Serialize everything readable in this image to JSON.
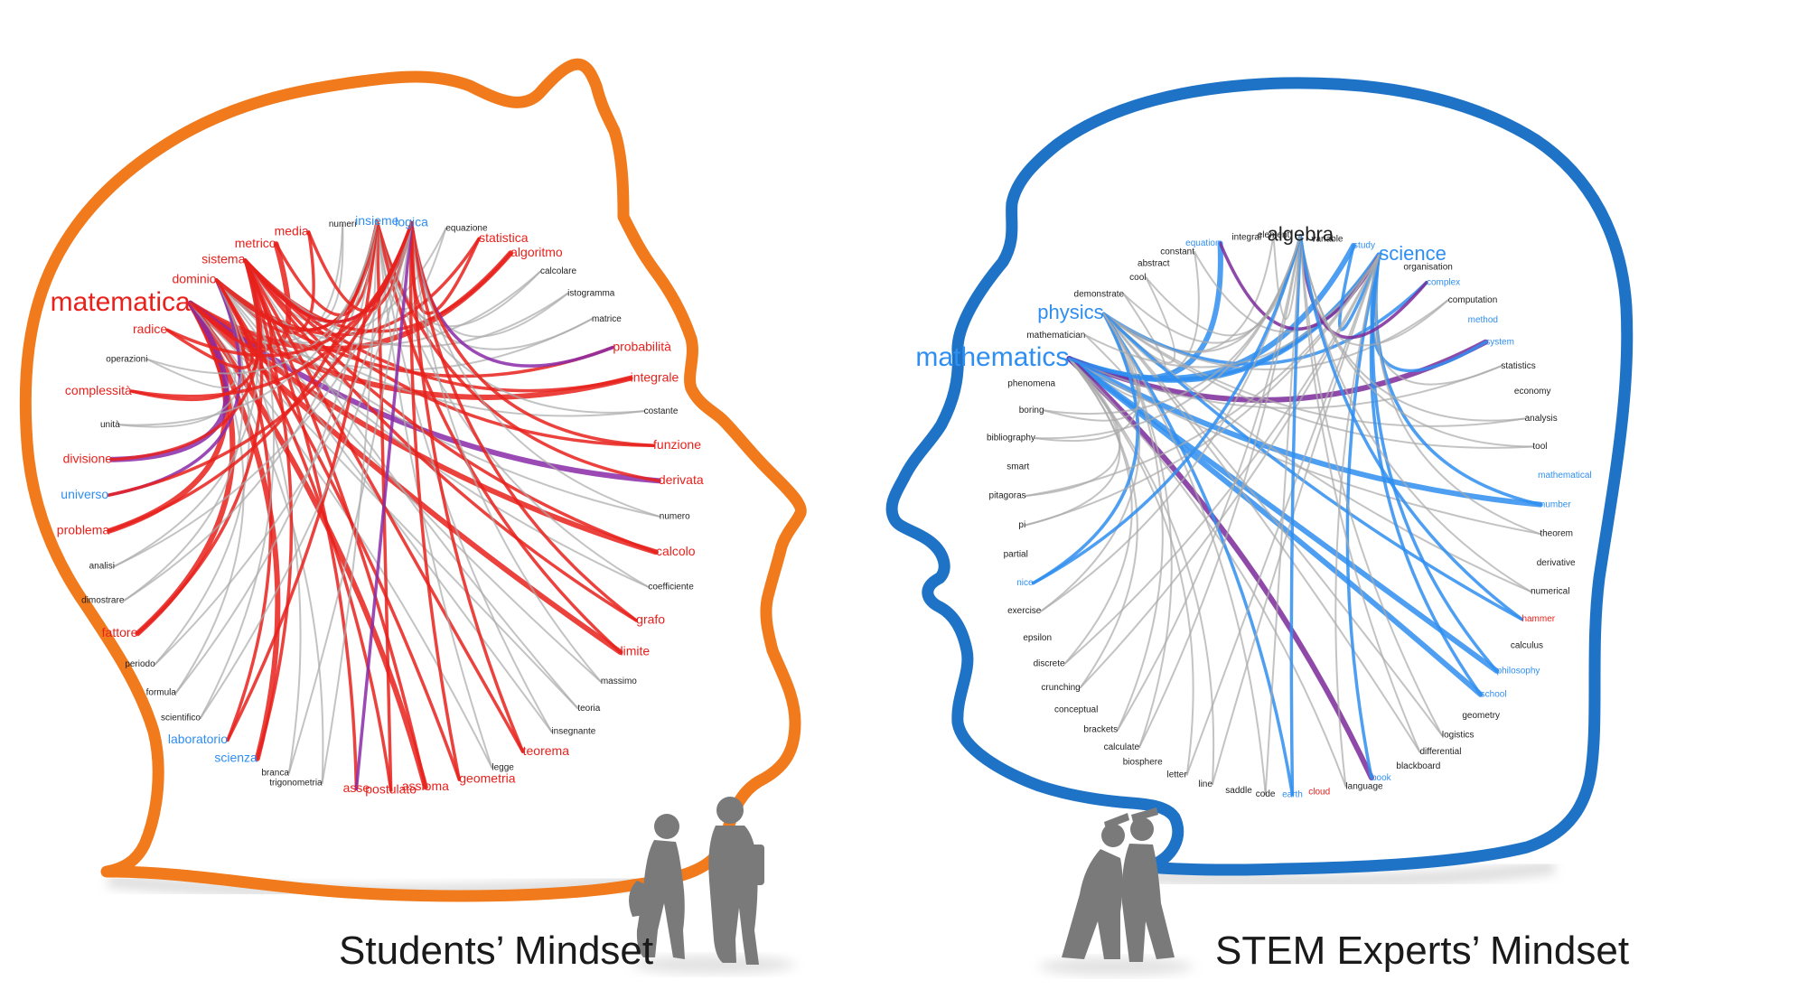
{
  "colors": {
    "students_outline": "#f07a1c",
    "experts_outline": "#1f73c6",
    "students_link": "#e8211c",
    "students_link_alt": "#8a2aa8",
    "experts_link": "#2f8ef0",
    "experts_link_alt": "#7b2a9a",
    "neutral_link": "#a9a9a9",
    "label_red": "#e8211c",
    "label_blue": "#2f8ef0",
    "label_dark": "#222222",
    "silhouette": "#7a7a7a"
  },
  "captions": {
    "students": "Students’ Mindset",
    "experts": "STEM Experts’ Mindset"
  },
  "students_network": {
    "hubs": [
      "matematica",
      "dominio",
      "sistema",
      "insieme",
      "logica"
    ],
    "nodes": [
      {
        "label": "matematica",
        "color": "red",
        "size": "xl"
      },
      {
        "label": "dominio",
        "color": "red",
        "size": "s"
      },
      {
        "label": "sistema",
        "color": "red",
        "size": "s"
      },
      {
        "label": "metrico",
        "color": "red",
        "size": "s"
      },
      {
        "label": "media",
        "color": "red",
        "size": "s"
      },
      {
        "label": "numeri",
        "color": "dark",
        "size": "xs"
      },
      {
        "label": "insieme",
        "color": "blue",
        "size": "s"
      },
      {
        "label": "logica",
        "color": "blue",
        "size": "s"
      },
      {
        "label": "equazione",
        "color": "dark",
        "size": "xs"
      },
      {
        "label": "statistica",
        "color": "red",
        "size": "s"
      },
      {
        "label": "algoritmo",
        "color": "red",
        "size": "s"
      },
      {
        "label": "calcolare",
        "color": "dark",
        "size": "xs"
      },
      {
        "label": "istogramma",
        "color": "dark",
        "size": "xs"
      },
      {
        "label": "matrice",
        "color": "dark",
        "size": "xs"
      },
      {
        "label": "probabilità",
        "color": "red",
        "size": "s"
      },
      {
        "label": "integrale",
        "color": "red",
        "size": "s"
      },
      {
        "label": "costante",
        "color": "dark",
        "size": "xs"
      },
      {
        "label": "funzione",
        "color": "red",
        "size": "s"
      },
      {
        "label": "derivata",
        "color": "red",
        "size": "s"
      },
      {
        "label": "numero",
        "color": "dark",
        "size": "xs"
      },
      {
        "label": "calcolo",
        "color": "red",
        "size": "s"
      },
      {
        "label": "coefficiente",
        "color": "dark",
        "size": "xs"
      },
      {
        "label": "grafo",
        "color": "red",
        "size": "s"
      },
      {
        "label": "limite",
        "color": "red",
        "size": "s"
      },
      {
        "label": "massimo",
        "color": "dark",
        "size": "xs"
      },
      {
        "label": "teoria",
        "color": "dark",
        "size": "xs"
      },
      {
        "label": "insegnante",
        "color": "dark",
        "size": "xs"
      },
      {
        "label": "teorema",
        "color": "red",
        "size": "s"
      },
      {
        "label": "legge",
        "color": "dark",
        "size": "xs"
      },
      {
        "label": "geometria",
        "color": "red",
        "size": "s"
      },
      {
        "label": "assioma",
        "color": "red",
        "size": "s"
      },
      {
        "label": "postulato",
        "color": "red",
        "size": "s"
      },
      {
        "label": "asse",
        "color": "red",
        "size": "s"
      },
      {
        "label": "trigonometria",
        "color": "dark",
        "size": "xs"
      },
      {
        "label": "branca",
        "color": "dark",
        "size": "xs"
      },
      {
        "label": "scienza",
        "color": "blue",
        "size": "s"
      },
      {
        "label": "laboratorio",
        "color": "blue",
        "size": "s"
      },
      {
        "label": "scientifico",
        "color": "dark",
        "size": "xs"
      },
      {
        "label": "formula",
        "color": "dark",
        "size": "xs"
      },
      {
        "label": "periodo",
        "color": "dark",
        "size": "xs"
      },
      {
        "label": "fattore",
        "color": "red",
        "size": "s"
      },
      {
        "label": "dimostrare",
        "color": "dark",
        "size": "xs"
      },
      {
        "label": "analisi",
        "color": "dark",
        "size": "xs"
      },
      {
        "label": "problema",
        "color": "red",
        "size": "s"
      },
      {
        "label": "universo",
        "color": "blue",
        "size": "s"
      },
      {
        "label": "divisione",
        "color": "red",
        "size": "s"
      },
      {
        "label": "unità",
        "color": "dark",
        "size": "xs"
      },
      {
        "label": "complessità",
        "color": "red",
        "size": "s"
      },
      {
        "label": "operazioni",
        "color": "dark",
        "size": "xs"
      },
      {
        "label": "radice",
        "color": "red",
        "size": "s"
      }
    ]
  },
  "experts_network": {
    "hubs": [
      "mathematics",
      "physics",
      "science",
      "algebra"
    ],
    "nodes": [
      {
        "label": "mathematics",
        "color": "blue",
        "size": "xl"
      },
      {
        "label": "mathematician",
        "color": "dark",
        "size": "xs"
      },
      {
        "label": "physics",
        "color": "blue",
        "size": "m"
      },
      {
        "label": "demonstrate",
        "color": "dark",
        "size": "xs"
      },
      {
        "label": "cool",
        "color": "dark",
        "size": "xs"
      },
      {
        "label": "abstract",
        "color": "dark",
        "size": "xs"
      },
      {
        "label": "constant",
        "color": "dark",
        "size": "xs"
      },
      {
        "label": "equation",
        "color": "blue",
        "size": "xs"
      },
      {
        "label": "integral",
        "color": "dark",
        "size": "xs"
      },
      {
        "label": "element",
        "color": "dark",
        "size": "xs"
      },
      {
        "label": "algebra",
        "color": "dark",
        "size": "m"
      },
      {
        "label": "variable",
        "color": "dark",
        "size": "xs"
      },
      {
        "label": "study",
        "color": "blue",
        "size": "xs"
      },
      {
        "label": "science",
        "color": "blue",
        "size": "m"
      },
      {
        "label": "organisation",
        "color": "dark",
        "size": "xs"
      },
      {
        "label": "complex",
        "color": "blue",
        "size": "xs"
      },
      {
        "label": "computation",
        "color": "dark",
        "size": "xs"
      },
      {
        "label": "method",
        "color": "blue",
        "size": "xs"
      },
      {
        "label": "system",
        "color": "blue",
        "size": "xs"
      },
      {
        "label": "statistics",
        "color": "dark",
        "size": "xs"
      },
      {
        "label": "economy",
        "color": "dark",
        "size": "xs"
      },
      {
        "label": "analysis",
        "color": "dark",
        "size": "xs"
      },
      {
        "label": "tool",
        "color": "dark",
        "size": "xs"
      },
      {
        "label": "mathematical",
        "color": "blue",
        "size": "xs"
      },
      {
        "label": "number",
        "color": "blue",
        "size": "xs"
      },
      {
        "label": "theorem",
        "color": "dark",
        "size": "xs"
      },
      {
        "label": "derivative",
        "color": "dark",
        "size": "xs"
      },
      {
        "label": "numerical",
        "color": "dark",
        "size": "xs"
      },
      {
        "label": "hammer",
        "color": "red",
        "size": "xs"
      },
      {
        "label": "calculus",
        "color": "dark",
        "size": "xs"
      },
      {
        "label": "philosophy",
        "color": "blue",
        "size": "xs"
      },
      {
        "label": "school",
        "color": "blue",
        "size": "xs"
      },
      {
        "label": "geometry",
        "color": "dark",
        "size": "xs"
      },
      {
        "label": "logistics",
        "color": "dark",
        "size": "xs"
      },
      {
        "label": "differential",
        "color": "dark",
        "size": "xs"
      },
      {
        "label": "blackboard",
        "color": "dark",
        "size": "xs"
      },
      {
        "label": "book",
        "color": "blue",
        "size": "xs"
      },
      {
        "label": "language",
        "color": "dark",
        "size": "xs"
      },
      {
        "label": "cloud",
        "color": "red",
        "size": "xs"
      },
      {
        "label": "earth",
        "color": "blue",
        "size": "xs"
      },
      {
        "label": "code",
        "color": "dark",
        "size": "xs"
      },
      {
        "label": "saddle",
        "color": "dark",
        "size": "xs"
      },
      {
        "label": "line",
        "color": "dark",
        "size": "xs"
      },
      {
        "label": "letter",
        "color": "dark",
        "size": "xs"
      },
      {
        "label": "biosphere",
        "color": "dark",
        "size": "xs"
      },
      {
        "label": "calculate",
        "color": "dark",
        "size": "xs"
      },
      {
        "label": "brackets",
        "color": "dark",
        "size": "xs"
      },
      {
        "label": "conceptual",
        "color": "dark",
        "size": "xs"
      },
      {
        "label": "crunching",
        "color": "dark",
        "size": "xs"
      },
      {
        "label": "discrete",
        "color": "dark",
        "size": "xs"
      },
      {
        "label": "epsilon",
        "color": "dark",
        "size": "xs"
      },
      {
        "label": "exercise",
        "color": "dark",
        "size": "xs"
      },
      {
        "label": "nice",
        "color": "blue",
        "size": "xs"
      },
      {
        "label": "partial",
        "color": "dark",
        "size": "xs"
      },
      {
        "label": "pi",
        "color": "dark",
        "size": "xs"
      },
      {
        "label": "pitagoras",
        "color": "dark",
        "size": "xs"
      },
      {
        "label": "smart",
        "color": "dark",
        "size": "xs"
      },
      {
        "label": "bibliography",
        "color": "dark",
        "size": "xs"
      },
      {
        "label": "boring",
        "color": "dark",
        "size": "xs"
      },
      {
        "label": "phenomena",
        "color": "dark",
        "size": "xs"
      }
    ]
  }
}
